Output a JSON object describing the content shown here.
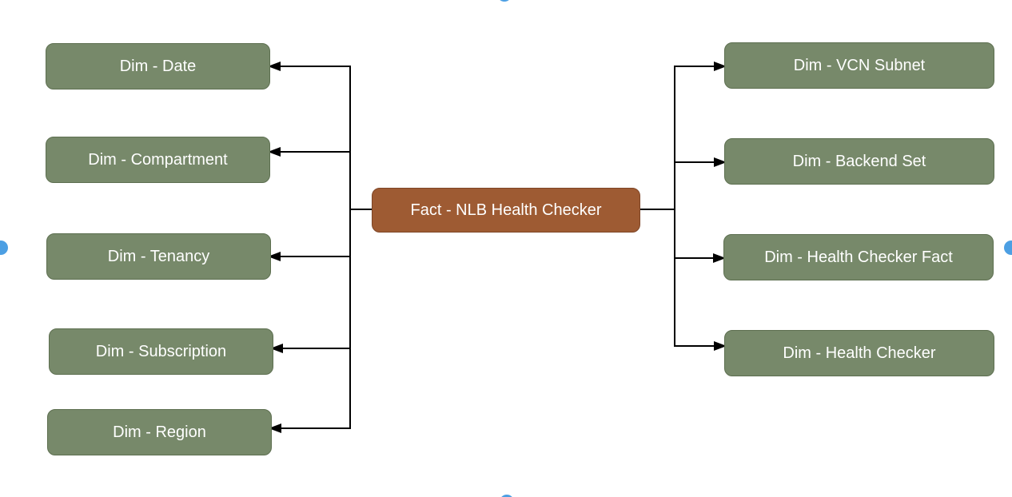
{
  "diagram": {
    "fact_node": {
      "label": "Fact - NLB Health Checker"
    },
    "left_nodes": [
      {
        "label": "Dim - Date"
      },
      {
        "label": "Dim - Compartment"
      },
      {
        "label": "Dim - Tenancy"
      },
      {
        "label": "Dim - Subscription"
      },
      {
        "label": "Dim - Region"
      }
    ],
    "right_nodes": [
      {
        "label": "Dim - VCN Subnet"
      },
      {
        "label": "Dim - Backend Set"
      },
      {
        "label": "Dim - Health Checker Fact"
      },
      {
        "label": "Dim - Health Checker"
      }
    ],
    "handles": [
      "top",
      "bottom",
      "left",
      "right"
    ],
    "colors": {
      "dimension_fill": "#77896a",
      "dimension_stroke": "#5d6f50",
      "fact_fill": "#9e5b33",
      "fact_stroke": "#7e4526",
      "label_text": "#ffffff",
      "connector": "#000000",
      "handle_blue": "#4c9fe3",
      "background": "#ffffff"
    }
  }
}
